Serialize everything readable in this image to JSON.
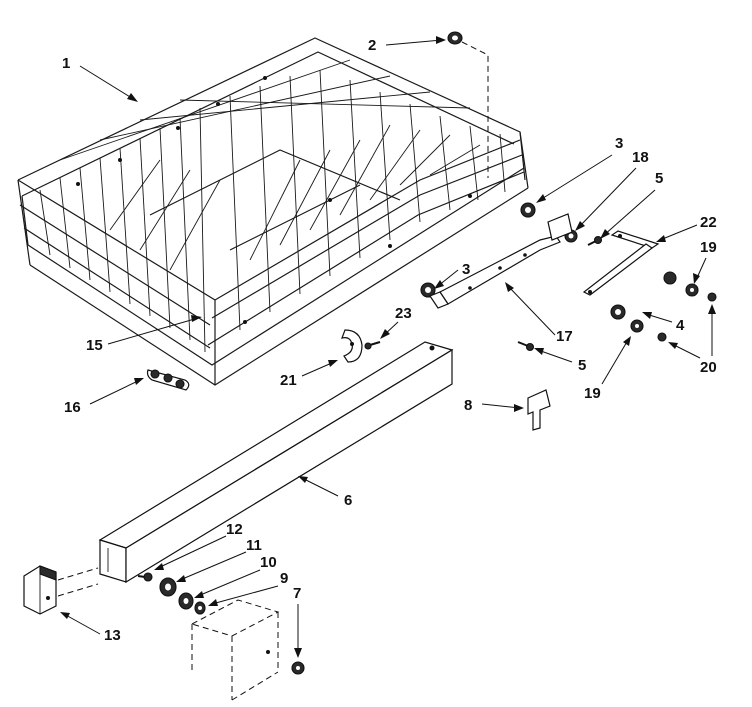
{
  "diagram": {
    "callouts": [
      {
        "id": "1",
        "label": "1"
      },
      {
        "id": "2",
        "label": "2"
      },
      {
        "id": "3a",
        "label": "3"
      },
      {
        "id": "18",
        "label": "18"
      },
      {
        "id": "5a",
        "label": "5"
      },
      {
        "id": "22",
        "label": "22"
      },
      {
        "id": "19a",
        "label": "19"
      },
      {
        "id": "3b",
        "label": "3"
      },
      {
        "id": "23",
        "label": "23"
      },
      {
        "id": "15",
        "label": "15"
      },
      {
        "id": "17",
        "label": "17"
      },
      {
        "id": "4",
        "label": "4"
      },
      {
        "id": "20",
        "label": "20"
      },
      {
        "id": "5b",
        "label": "5"
      },
      {
        "id": "21",
        "label": "21"
      },
      {
        "id": "19b",
        "label": "19"
      },
      {
        "id": "16",
        "label": "16"
      },
      {
        "id": "8",
        "label": "8"
      },
      {
        "id": "6",
        "label": "6"
      },
      {
        "id": "12",
        "label": "12"
      },
      {
        "id": "11",
        "label": "11"
      },
      {
        "id": "10",
        "label": "10"
      },
      {
        "id": "9",
        "label": "9"
      },
      {
        "id": "7",
        "label": "7"
      },
      {
        "id": "13",
        "label": "13"
      }
    ]
  }
}
